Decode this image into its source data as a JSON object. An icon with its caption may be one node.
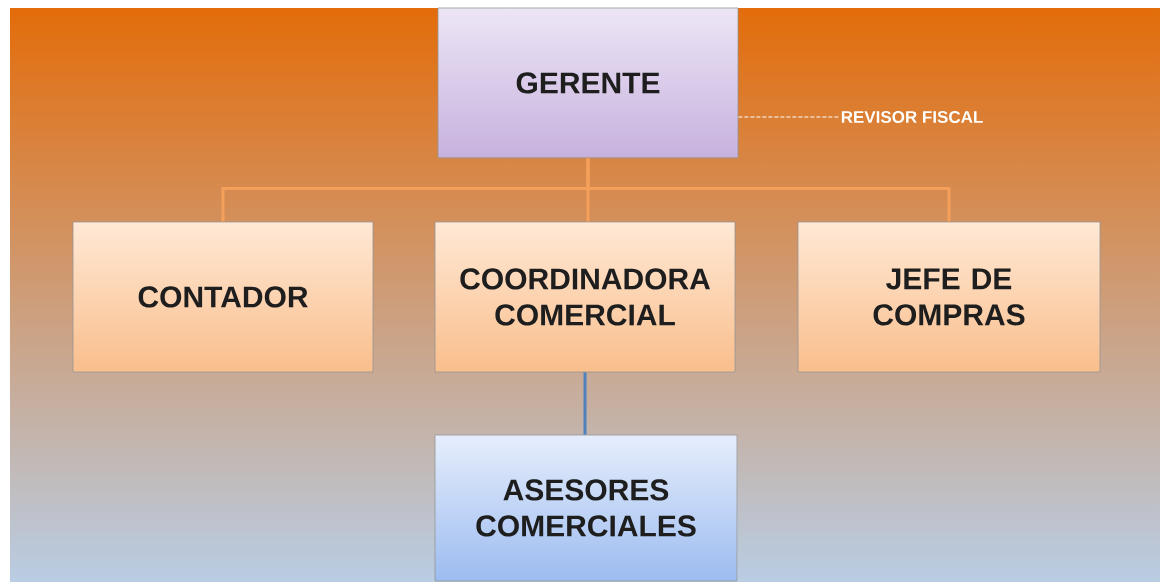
{
  "diagram": {
    "nodes": [
      {
        "text": [
          "GERENTE"
        ]
      },
      {
        "text": [
          "REVISOR FISCAL"
        ]
      },
      {
        "text": [
          "CONTADOR"
        ]
      },
      {
        "text": [
          "COORDINADORA COMERCIAL"
        ]
      },
      {
        "text": [
          "JEFE DE COMPRAS"
        ]
      },
      {
        "text": [
          "ASESORES COMERCIALES"
        ]
      }
    ],
    "edges": [
      {
        "from": 0,
        "to": 1,
        "arrow": "none",
        "style": "dashed",
        "color": "#ffffff"
      },
      {
        "from": 0,
        "to": 2,
        "arrow": "none"
      },
      {
        "from": 0,
        "to": 3,
        "arrow": "none"
      },
      {
        "from": 0,
        "to": 4,
        "arrow": "none"
      },
      {
        "from": 3,
        "to": 5,
        "arrow": "none",
        "color": "#4f81bd"
      }
    ]
  }
}
